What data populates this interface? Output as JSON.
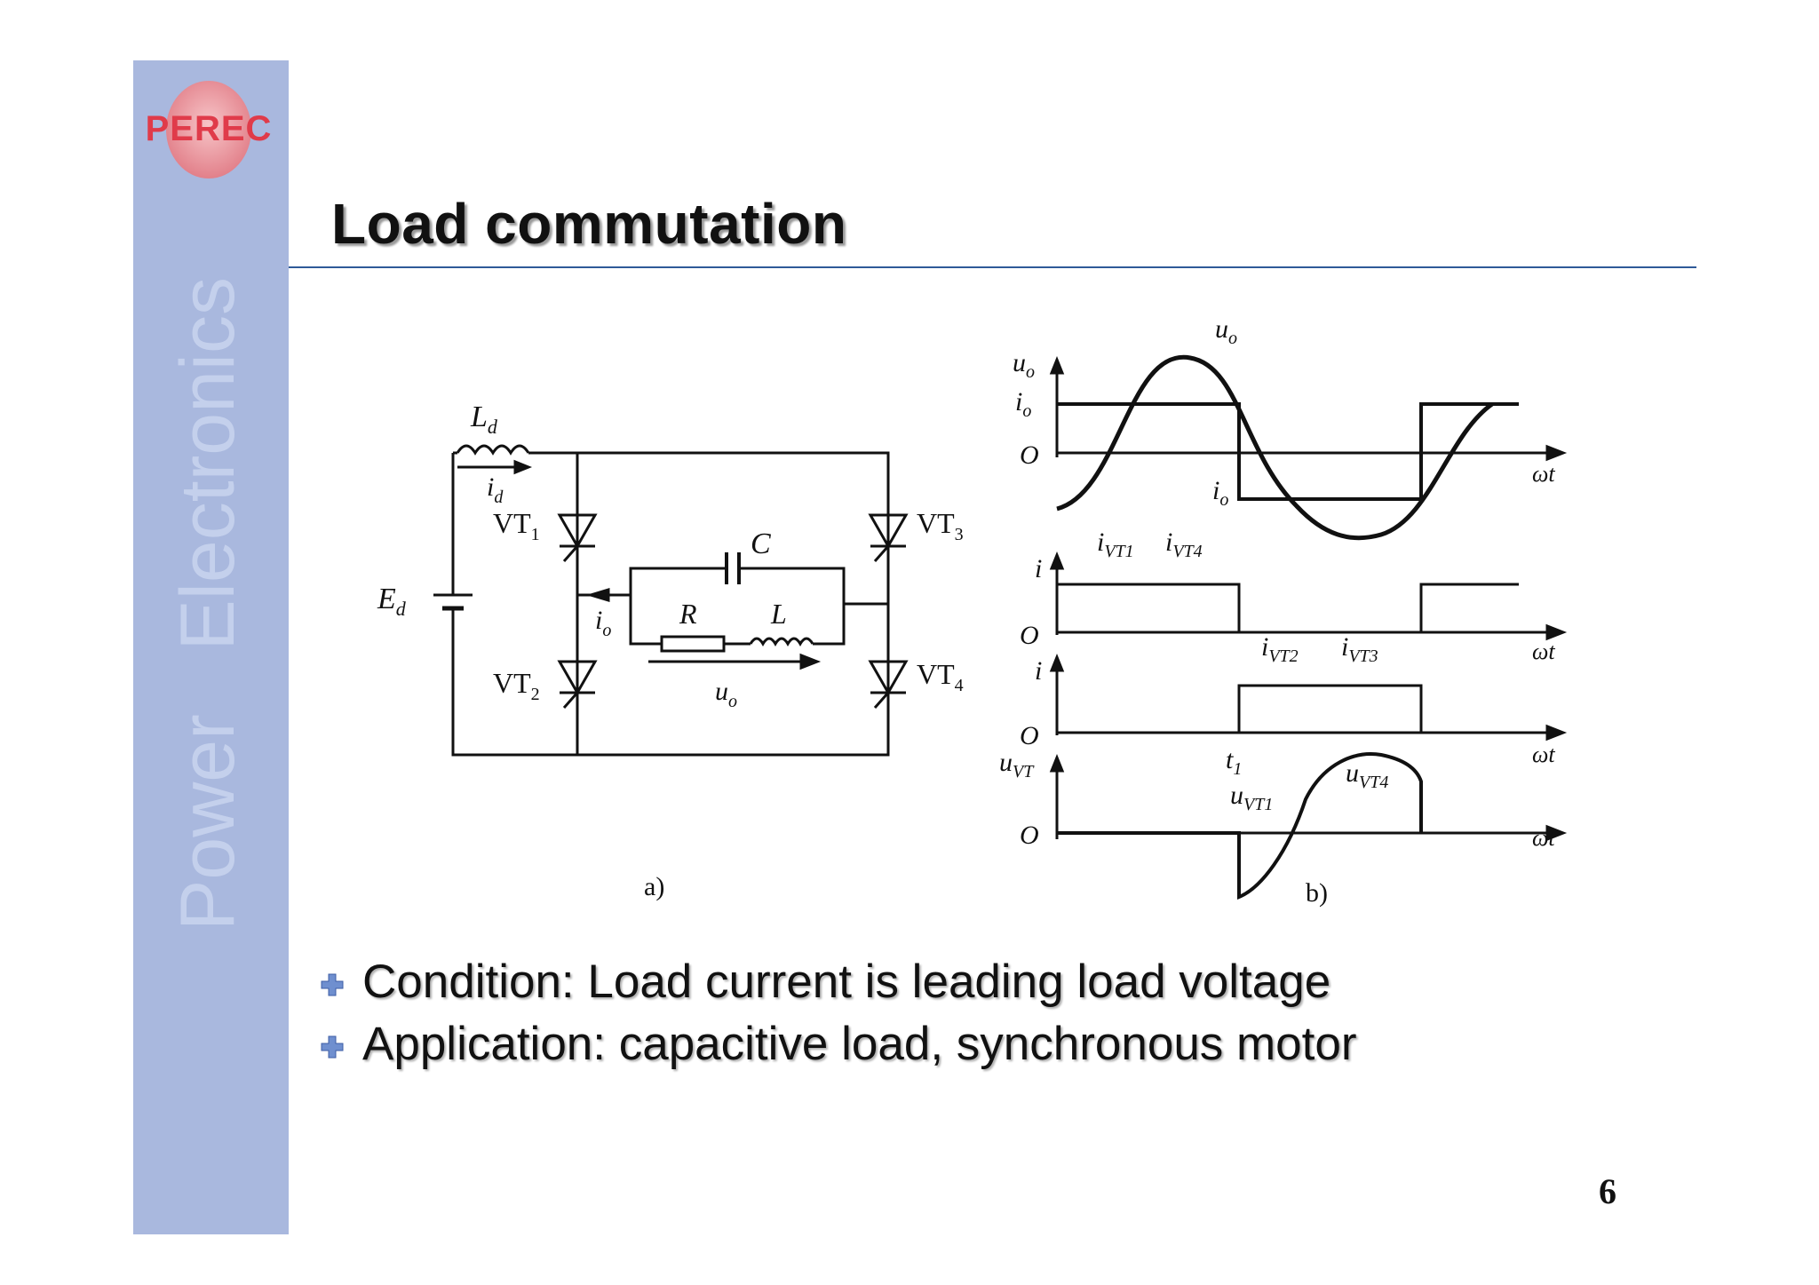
{
  "sidebar": {
    "text": "Power   Electronics",
    "color": "#a9b8de"
  },
  "logo": {
    "text": "PEREC",
    "color": "#e03b4a"
  },
  "slide": {
    "title": "Load commutation",
    "page_number": "6"
  },
  "figure": {
    "circuit": {
      "label": "a)",
      "labels": {
        "Ld": "L",
        "Ld_sub": "d",
        "id": "i",
        "id_sub": "d",
        "Ed": "E",
        "Ed_sub": "d",
        "VT1": "VT",
        "VT1_sub": "1",
        "VT2": "VT",
        "VT2_sub": "2",
        "VT3": "VT",
        "VT3_sub": "3",
        "VT4": "VT",
        "VT4_sub": "4",
        "C": "C",
        "R": "R",
        "L": "L",
        "io": "i",
        "io_sub": "o",
        "uo": "u",
        "uo_sub": "o"
      }
    },
    "waveforms": {
      "label": "b)",
      "wt": "ωt",
      "origin": "O",
      "plot1": {
        "uo_axis": "u",
        "uo_axis_sub": "o",
        "io_axis": "i",
        "io_axis_sub": "o",
        "uo_curve": "u",
        "uo_curve_sub": "o",
        "io_curve": "i",
        "io_curve_sub": "o"
      },
      "plot2": {
        "axis": "i",
        "s1": "i",
        "s1_sub": "VT1",
        "s2": "i",
        "s2_sub": "VT4"
      },
      "plot3": {
        "axis": "i",
        "s1": "i",
        "s1_sub": "VT2",
        "s2": "i",
        "s2_sub": "VT3"
      },
      "plot4": {
        "axis": "u",
        "axis_sub": "VT",
        "t1": "t",
        "t1_sub": "1",
        "s1": "u",
        "s1_sub": "VT1",
        "s2": "u",
        "s2_sub": "VT4"
      }
    }
  },
  "bullets": [
    {
      "text": "Condition: Load current is leading load voltage"
    },
    {
      "text": "Application: capacitive load, synchronous motor"
    }
  ]
}
